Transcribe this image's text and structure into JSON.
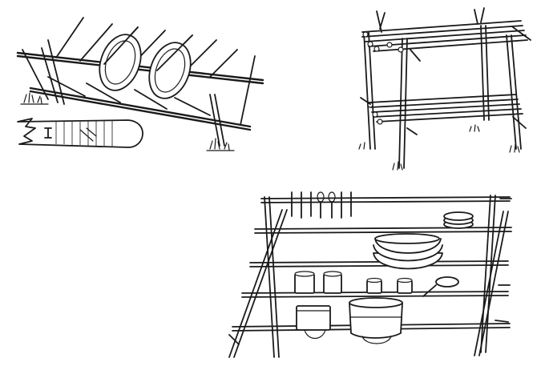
{
  "figure": {
    "panels": [
      {
        "name": "plate-drying-rack"
      },
      {
        "name": "two-tier-camp-table"
      },
      {
        "name": "kitchen-shelf-rack"
      }
    ],
    "colors": {
      "ink": "#1a1a1a",
      "paper": "#ffffff"
    },
    "plate_rack": {
      "plates": 2,
      "rungs": 8
    },
    "table": {
      "tiers": 2,
      "poles_per_tier": 5
    },
    "shelf": {
      "shelves": 5,
      "utensils": 7,
      "pots": 3,
      "jars": 2,
      "plates_stacked": 4
    }
  }
}
